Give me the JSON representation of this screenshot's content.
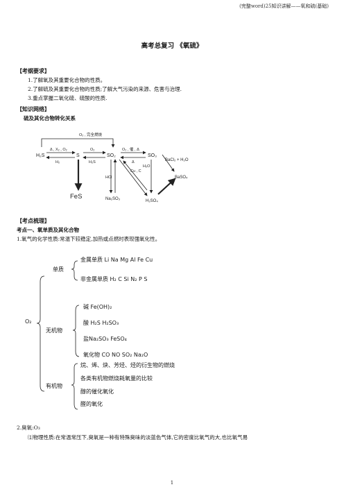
{
  "header": "(完整word)25知识讲解——氧和硫(基础)",
  "title": "高考总复习 《氧硫》",
  "sections": {
    "outline_heading": "【考纲要求】",
    "outline_items": [
      "1.了解氧及其重要化合物的性质。",
      "2.了解硫及其重要化合物的性质;了解大气污染的来源、危害与治理.",
      "3.重点掌握二氧化硫、硫酸的性质."
    ],
    "network_heading": "【知识网络】",
    "network_sub": "硫及其化合物转化关系",
    "review_heading": "【考点梳理】",
    "point1_heading": "考点一、氧单质及其化合物",
    "point1_item1": "1.氧气的化学性质:常温下较稳定,加热或点燃时表现强氧化性。",
    "point1_item2": "2.臭氧:O₃",
    "point1_item2_sub": "⑴物理性质:在常温常压下,臭氧是一种有特殊臭味的淡蓝色气体,它的密度比氧气的大,也比氧气易"
  },
  "diagram": {
    "nodes": {
      "h2s": "H₂S",
      "s": "S",
      "so2": "SO₂",
      "so3": "SO₃",
      "fes": "FeS",
      "hcl": "HCl",
      "na2so3": "Na₂SO₃",
      "h2so4": "H₂SO₄",
      "baso4": "BaSO₄",
      "bacl2": "BaCl₂ + H₂O"
    },
    "labels": {
      "o2_complete": "O₂ , 完全燃烧",
      "h2s_to_s": "Δ , X₂ , O₂",
      "h2": "H₂",
      "s_o2": "O₂",
      "h2s_rev": "H₂S",
      "so2_to_so3": "O₂ , 催 , Δ",
      "delta": "Δ",
      "h2o": "H₂O",
      "cu_c": "Cu , C"
    }
  },
  "tree": {
    "root": "O₂",
    "b1": "单质",
    "b1_items": [
      "金属单质 Li Na Mg Al Fe Cu",
      "非金属单质 H₂ C Si N₂ P S"
    ],
    "b2": "无机物",
    "b2_items": [
      "碱 Fe(OH)₂",
      "酸 H₂S H₂SO₃",
      "盐Na₂SO₃ FeSO₄",
      "氧化物 CO NO SO₂ Na₂O"
    ],
    "b3": "有机物",
    "b3_items": [
      "烷、烯、炔、芳烃、烃的衍生物的燃烧",
      "各类有机物燃烧耗氧量的比较",
      "醇的催化氧化",
      "醛的氧化"
    ]
  },
  "page_number": "1"
}
